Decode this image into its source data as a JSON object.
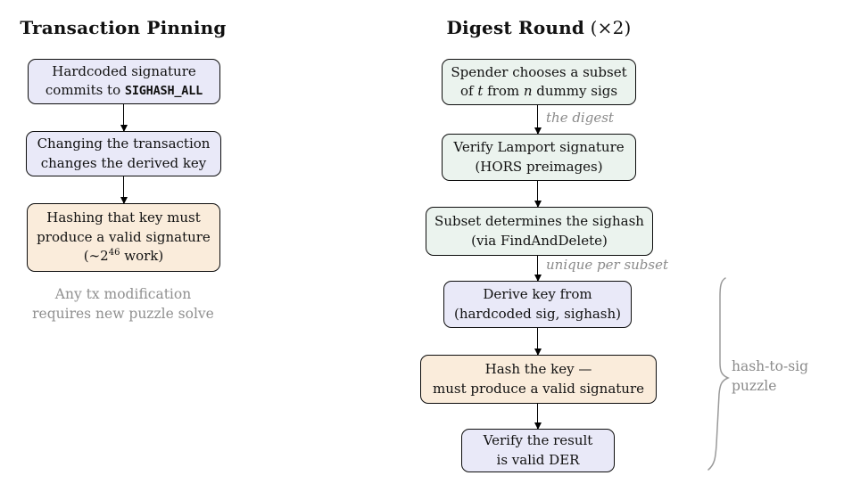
{
  "colors": {
    "lavender_box": "#E9E9F8",
    "mint_box": "#EBF3EE",
    "peach_box": "#FAECDB",
    "border": "#0d0d0d",
    "gray_text": "#8a8a8a"
  },
  "left_column": {
    "title": "Transaction Pinning",
    "boxes": {
      "hardcoded": {
        "line1": "Hardcoded signature",
        "line2_text": "commits to ",
        "line2_code": "SIGHASH_ALL"
      },
      "changing": {
        "line1": "Changing the transaction",
        "line2": "changes the derived key"
      },
      "hashing": {
        "line1": "Hashing that key must",
        "line2": "produce a valid signature",
        "line3_pre": "(∼2",
        "line3_sup": "46",
        "line3_post": " work)"
      }
    },
    "note": {
      "line1": "Any tx modification",
      "line2": "requires new puzzle solve"
    }
  },
  "right_column": {
    "title_main": "Digest Round",
    "title_suffix": " (×2)",
    "boxes": {
      "spender": {
        "line1": "Spender chooses a subset",
        "line2_p1": "of ",
        "line2_var1": "t",
        "line2_p2": " from ",
        "line2_var2": "n",
        "line2_p3": " dummy sigs"
      },
      "verify_lamport": {
        "line1": "Verify Lamport signature",
        "line2": "(HORS preimages)"
      },
      "subset": {
        "line1": "Subset determines the sighash",
        "line2": "(via FindAndDelete)"
      },
      "derive": {
        "line1": "Derive key from",
        "line2": "(hardcoded sig, sighash)"
      },
      "hash_key": {
        "line1": "Hash the key —",
        "line2": "must produce a valid signature"
      },
      "verify_der": {
        "line1": "Verify the result",
        "line2": "is valid DER"
      }
    },
    "edge_labels": {
      "digest": "the digest",
      "unique": "unique per subset"
    },
    "brace_label": {
      "line1": "hash-to-sig",
      "line2": "puzzle"
    }
  }
}
